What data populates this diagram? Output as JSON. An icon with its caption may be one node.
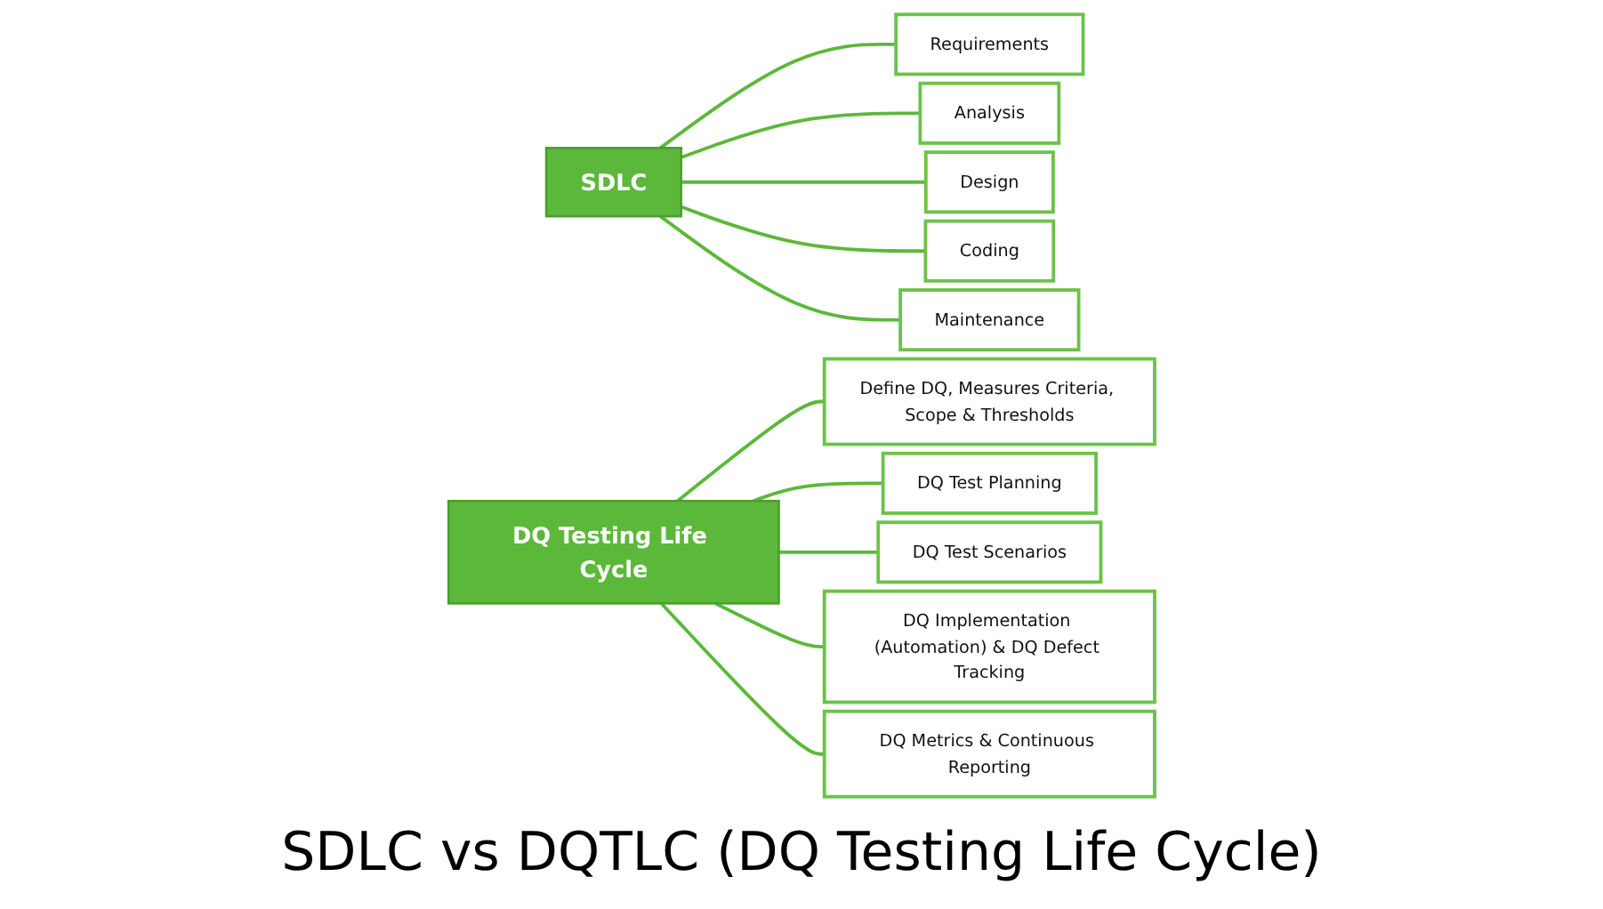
{
  "diagram": {
    "caption": "SDLC vs DQTLC (DQ Testing Life Cycle)",
    "nodes": [
      {
        "text": [
          "SDLC"
        ]
      },
      {
        "text": [
          "Requirements"
        ]
      },
      {
        "text": [
          "Analysis"
        ]
      },
      {
        "text": [
          "Design"
        ]
      },
      {
        "text": [
          "Coding"
        ]
      },
      {
        "text": [
          "Maintenance"
        ]
      },
      {
        "text": [
          "DQ Testing Life Cycle"
        ]
      },
      {
        "text": [
          "Define DQ, Measures Criteria, Scope & Thresholds"
        ]
      },
      {
        "text": [
          "DQ Test Planning"
        ]
      },
      {
        "text": [
          "DQ Test Scenarios"
        ]
      },
      {
        "text": [
          "DQ Implementation (Automation) & DQ Defect Tracking"
        ]
      },
      {
        "text": [
          "DQ Metrics & Continuous Reporting"
        ]
      }
    ],
    "edges": [
      {
        "from": 0,
        "to": 1,
        "arrow": "none"
      },
      {
        "from": 0,
        "to": 2,
        "arrow": "none"
      },
      {
        "from": 0,
        "to": 3,
        "arrow": "none"
      },
      {
        "from": 0,
        "to": 4,
        "arrow": "none"
      },
      {
        "from": 0,
        "to": 5,
        "arrow": "none"
      },
      {
        "from": 6,
        "to": 7,
        "arrow": "none"
      },
      {
        "from": 6,
        "to": 8,
        "arrow": "none"
      },
      {
        "from": 6,
        "to": 9,
        "arrow": "none"
      },
      {
        "from": 6,
        "to": 10,
        "arrow": "none"
      },
      {
        "from": 6,
        "to": 11,
        "arrow": "none"
      }
    ]
  }
}
